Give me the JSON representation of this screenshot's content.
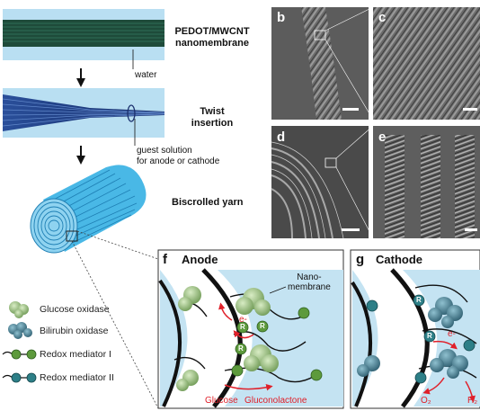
{
  "process": {
    "membrane_label_line1": "PEDOT/MWCNT",
    "membrane_label_line2": "nanomembrane",
    "water_label": "water",
    "twist_label_line1": "Twist",
    "twist_label_line2": "insertion",
    "guest_label_line1": "guest solution",
    "guest_label_line2": "for anode or cathode",
    "yarn_label": "Biscrolled yarn"
  },
  "sem_panels": {
    "b": "b",
    "c": "c",
    "d": "d",
    "e": "e"
  },
  "anode": {
    "panel_letter": "f",
    "title": "Anode",
    "nano_label_line1": "Nano-",
    "nano_label_line2": "membrane",
    "electron": "e-",
    "mediator_letter": "R",
    "substrate": "Glucose",
    "product": "Gluconolactone"
  },
  "cathode": {
    "panel_letter": "g",
    "title": "Cathode",
    "electron": "e-",
    "mediator_letter": "R",
    "substrate": "O₂",
    "product": "H₂"
  },
  "legend": {
    "items": [
      {
        "label": "Glucose oxidase",
        "icon": "glucose-oxidase-icon"
      },
      {
        "label": "Bilirubin oxidase",
        "icon": "bilirubin-oxidase-icon"
      },
      {
        "label": "Redox mediator I",
        "icon": "redox-mediator-1-icon"
      },
      {
        "label": "Redox mediator II",
        "icon": "redox-mediator-2-icon"
      }
    ]
  },
  "colors": {
    "membrane_dark": "#1e4b3a",
    "water_blue": "#b9dff2",
    "yarn_blue": "#49b8e6",
    "mediator_green": "#5d9a3c",
    "mediator_teal": "#2d7f87",
    "arrow_red": "#e0202a"
  }
}
